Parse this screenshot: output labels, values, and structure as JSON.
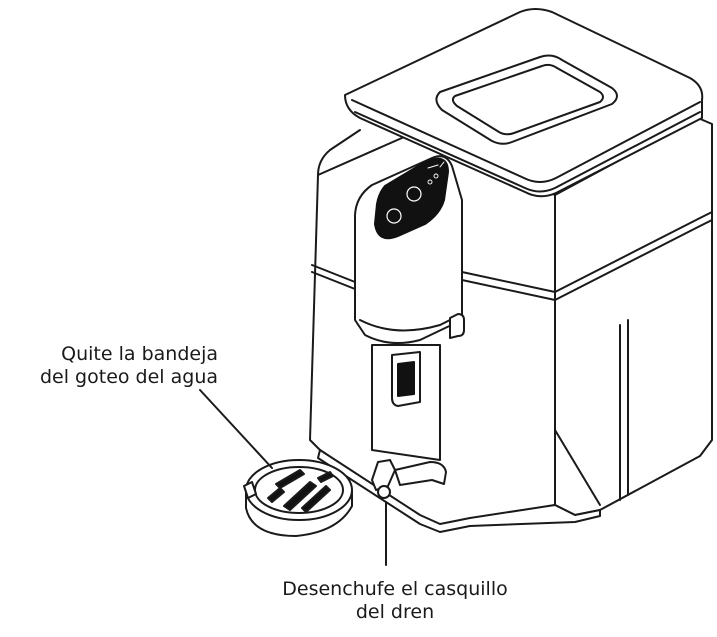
{
  "callouts": {
    "drip_tray": {
      "line1": "Quite la bandeja",
      "line2": "del goteo del agua"
    },
    "drain_cap": {
      "line1": "Desenchufe el casquillo",
      "line2": "del dren"
    }
  },
  "colors": {
    "line": "#1a1a1a",
    "fill": "#ffffff",
    "panel": "#111111"
  }
}
